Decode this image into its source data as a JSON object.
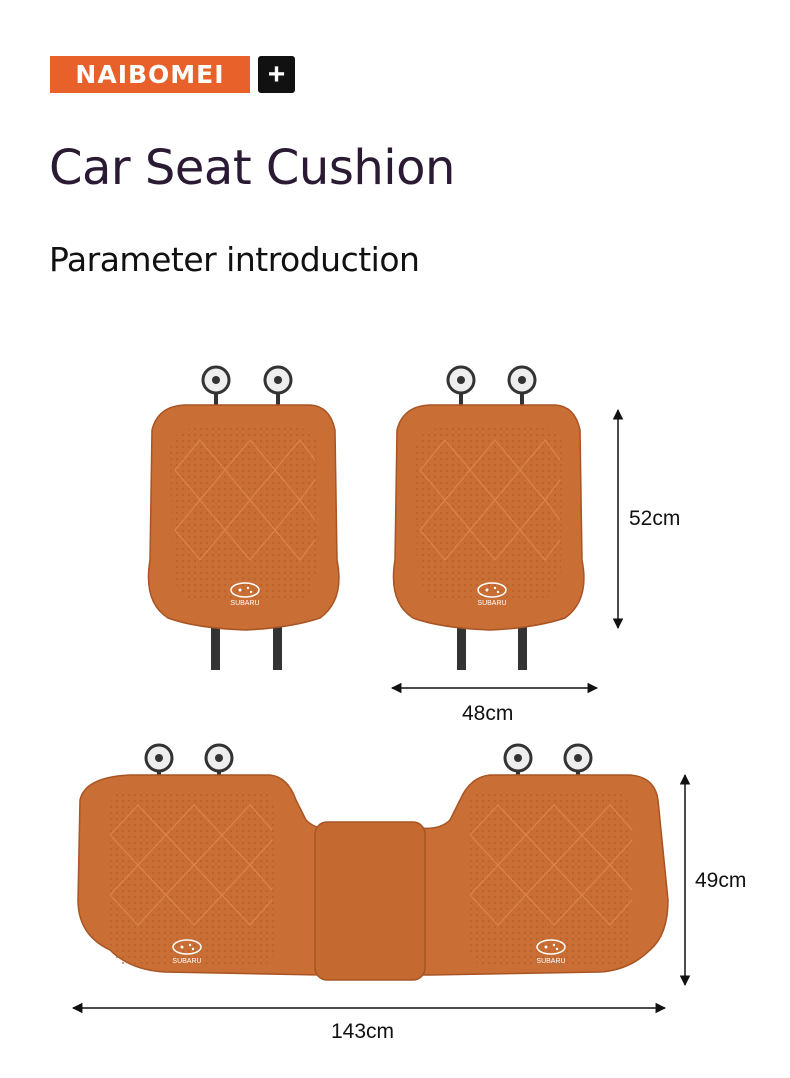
{
  "brand": {
    "name": "NAIBOMEI"
  },
  "page": {
    "title": "Car Seat Cushion",
    "subtitle": "Parameter introduction"
  },
  "product_logo_text": "SUBARU",
  "dimensions": {
    "front_height": "52cm",
    "front_width": "48cm",
    "rear_height": "49cm",
    "rear_width": "143cm"
  },
  "colors": {
    "brand_orange": "#e8612a",
    "cushion": "#c96f35",
    "cushion_dark": "#a85424"
  },
  "icons": {
    "logo_badge": "plus-icon"
  }
}
